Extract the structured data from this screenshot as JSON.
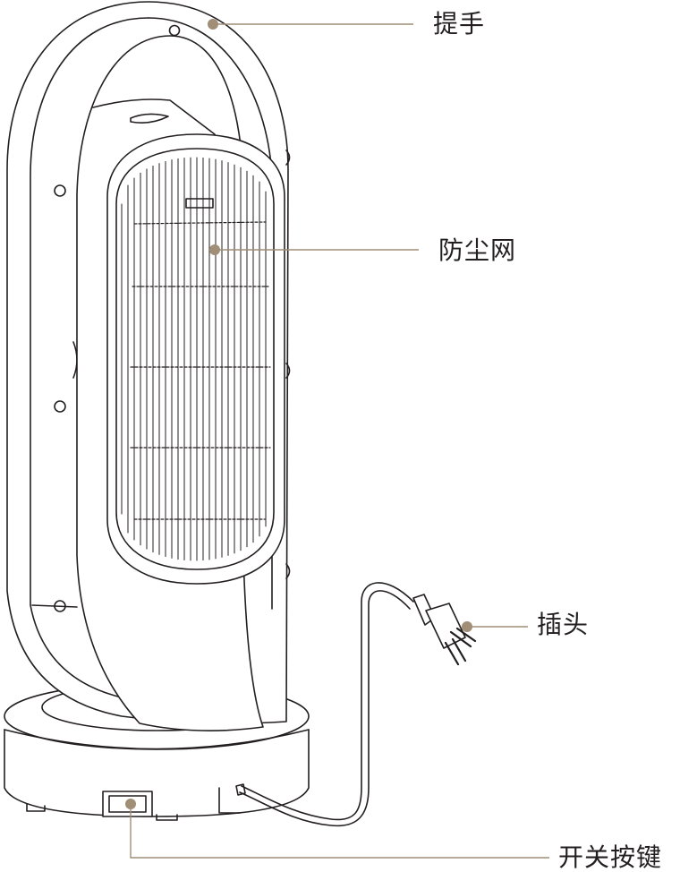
{
  "callouts": {
    "handle": "提手",
    "dust_filter": "防尘网",
    "plug": "插头",
    "power_switch": "开关按键"
  },
  "colors": {
    "stroke": "#231f20",
    "leader": "#a08e76",
    "dot": "#a08e76",
    "background": "#ffffff"
  }
}
